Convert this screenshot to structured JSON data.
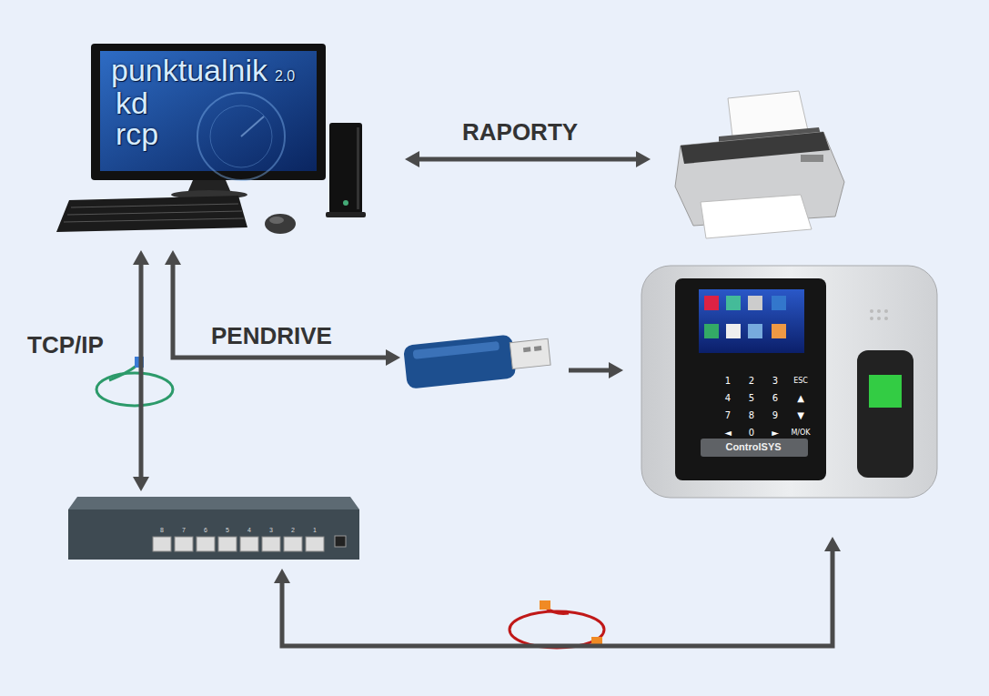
{
  "diagram": {
    "nodes": [
      {
        "text": [
          "punktualnik",
          "2.0",
          "kd",
          "rcp"
        ]
      },
      {
        "text": []
      },
      {
        "text": []
      },
      {
        "text": [
          "ControlSYS"
        ]
      },
      {
        "text": []
      }
    ],
    "edges": [
      {
        "from": 0,
        "to": 1,
        "arrow": "both",
        "label": "RAPORTY"
      },
      {
        "from": 0,
        "to": 4,
        "arrow": "both",
        "label": "TCP/IP"
      },
      {
        "from": 0,
        "to": 2,
        "arrow": "both",
        "label": "PENDRIVE"
      },
      {
        "from": 2,
        "to": 3,
        "arrow": "to"
      },
      {
        "from": 4,
        "to": 3,
        "arrow": "both"
      }
    ],
    "labels": [
      "1",
      "2",
      "3",
      "ESC",
      "4",
      "5",
      "6",
      "▲",
      "7",
      "8",
      "9",
      "▼",
      "◄",
      "0",
      "►",
      "M/OK",
      "8",
      "7",
      "6",
      "5",
      "4",
      "3",
      "2",
      "1"
    ]
  }
}
